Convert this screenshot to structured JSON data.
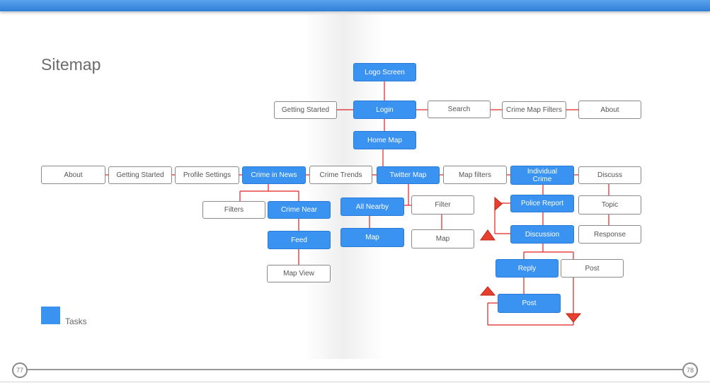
{
  "page": {
    "title": "Sitemap",
    "legend_label": "Tasks",
    "page_left": "77",
    "page_right": "78"
  },
  "colors": {
    "task": "#3a93f0",
    "connector": "#e02020",
    "accent_bar": "#2f7fd8"
  },
  "nodes": {
    "logo_screen": "Logo Screen",
    "login": "Login",
    "getting_started_top": "Getting Started",
    "search": "Search",
    "crime_map_filters": "Crime Map Filters",
    "about_top": "About",
    "home_map": "Home Map",
    "about_left": "About",
    "getting_started_left": "Getting Started",
    "profile_settings": "Profile Settings",
    "crime_in_news": "Crime in News",
    "crime_trends": "Crime Trends",
    "twitter_map": "Twitter Map",
    "map_filters": "Map filters",
    "individual_crime": "Individual Crime",
    "discuss": "Discuss",
    "filters": "Filters",
    "crime_near": "Crime Near",
    "feed": "Feed",
    "map_view": "Map View",
    "all_nearby": "All Nearby",
    "map_task": "Map",
    "filter": "Filter",
    "map_page": "Map",
    "police_report": "Police Report",
    "topic": "Topic",
    "discussion": "Discussion",
    "response": "Response",
    "reply": "Reply",
    "post_page": "Post",
    "post_task": "Post"
  }
}
